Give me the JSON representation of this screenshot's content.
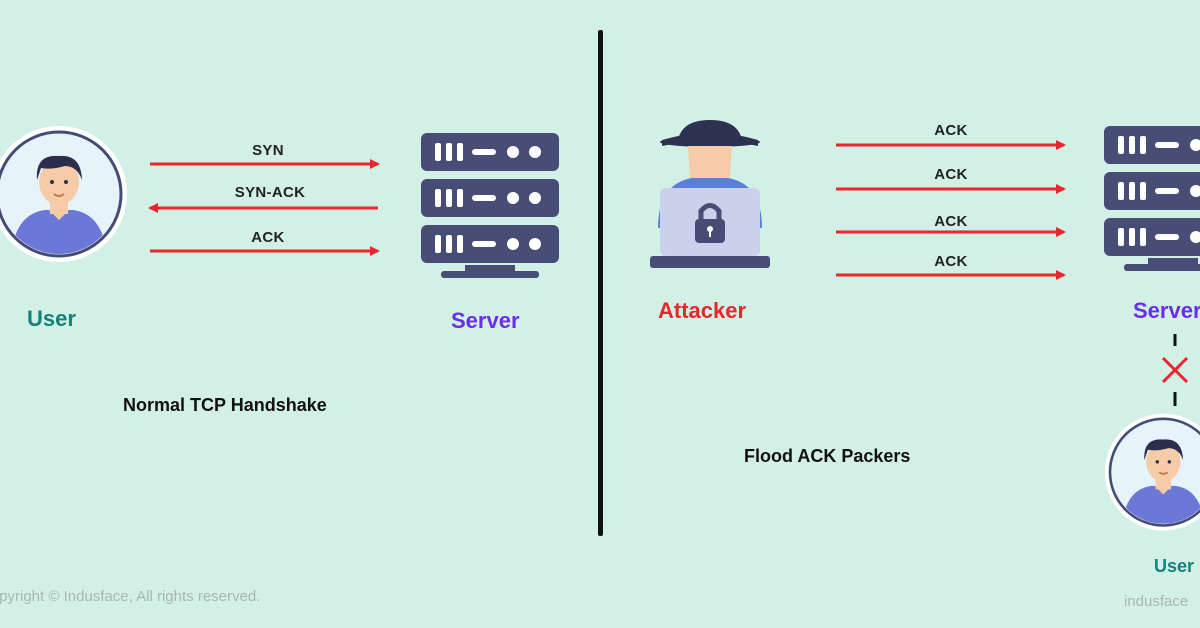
{
  "left_panel": {
    "user_label": "User",
    "server_label": "Server",
    "caption": "Normal TCP Handshake",
    "arrows": [
      "SYN",
      "SYN-ACK",
      "ACK"
    ]
  },
  "right_panel": {
    "attacker_label": "Attacker",
    "server_label": "Server",
    "user_label": "User",
    "caption": "Flood ACK Packers",
    "arrows": [
      "ACK",
      "ACK",
      "ACK",
      "ACK"
    ]
  },
  "footer": {
    "copyright": "Copyright © Indusface, All rights reserved.",
    "brand": "indusface"
  },
  "colors": {
    "background": "#d3f0e6",
    "arrow": "#e8262b",
    "server": "#474d74",
    "user_label": "#13837a",
    "server_label": "#6a2ee8",
    "attacker_label": "#e8262b"
  }
}
